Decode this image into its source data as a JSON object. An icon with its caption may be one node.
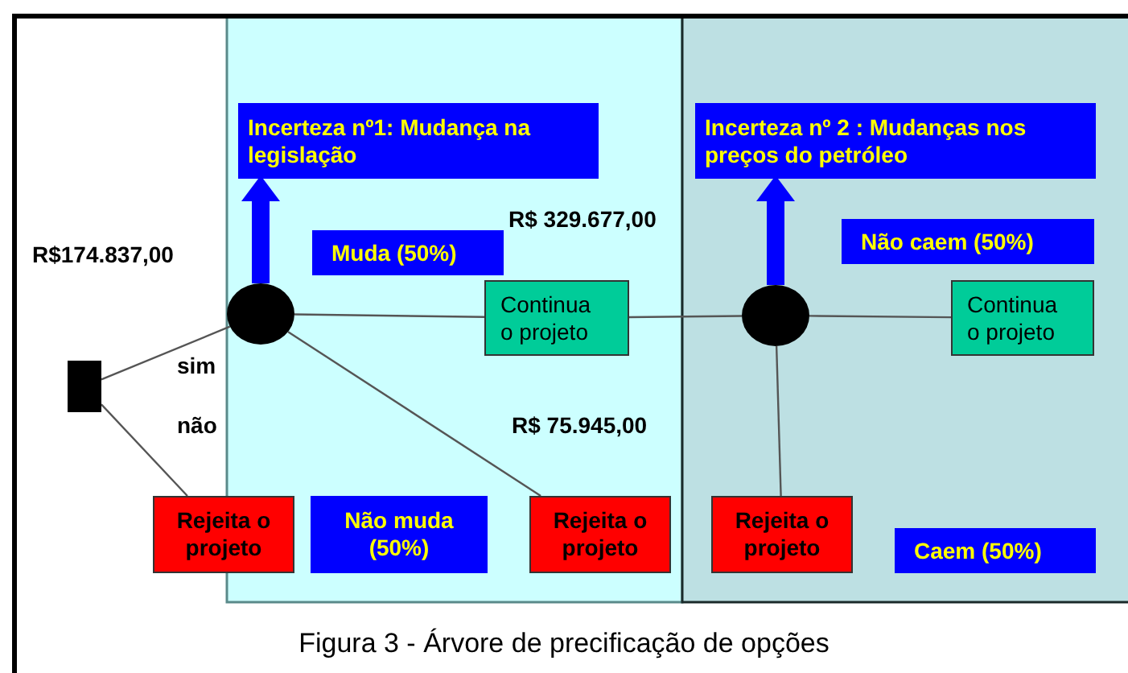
{
  "diagram": {
    "caption": "Figura 3 - Árvore de precificação de opções",
    "nodes": [
      {
        "text": [
          "Incerteza nº1: Mudança na legislação"
        ]
      },
      {
        "text": [
          "Incerteza nº 2 : Mudanças nos preços do petróleo"
        ]
      },
      {
        "text": [
          "Muda (50%)"
        ]
      },
      {
        "text": [
          "Não caem (50%)"
        ]
      },
      {
        "text": [],
        "shape": "circle"
      },
      {
        "text": [
          "Continua o projeto"
        ]
      },
      {
        "text": [],
        "shape": "circle"
      },
      {
        "text": [
          "Continua o projeto"
        ]
      },
      {
        "text": [],
        "shape": "box"
      },
      {
        "text": [
          "Rejeita o projeto"
        ]
      },
      {
        "text": [
          "Não muda (50%)"
        ]
      },
      {
        "text": [
          "Rejeita o projeto"
        ]
      },
      {
        "text": [
          "Rejeita o projeto"
        ]
      },
      {
        "text": [
          "Caem  (50%)"
        ]
      }
    ],
    "edges": [
      {
        "from": 8,
        "to": 4,
        "arrow": "none",
        "label": "sim"
      },
      {
        "from": 8,
        "to": 9,
        "arrow": "none",
        "label": "não"
      },
      {
        "from": 4,
        "to": 5,
        "arrow": "none"
      },
      {
        "from": 4,
        "to": 11,
        "arrow": "none"
      },
      {
        "from": 5,
        "to": 6,
        "arrow": "none"
      },
      {
        "from": 6,
        "to": 7,
        "arrow": "none"
      },
      {
        "from": 6,
        "to": 12,
        "arrow": "none"
      },
      {
        "from": 4,
        "to": 0,
        "arrow": "to",
        "style": "thick",
        "color": "#0000ff"
      },
      {
        "from": 6,
        "to": 1,
        "arrow": "to",
        "style": "thick",
        "color": "#0000ff"
      }
    ],
    "labels": [
      "R$ 329.677,00",
      "R$174.837,00",
      "R$ 75.945,00"
    ]
  }
}
